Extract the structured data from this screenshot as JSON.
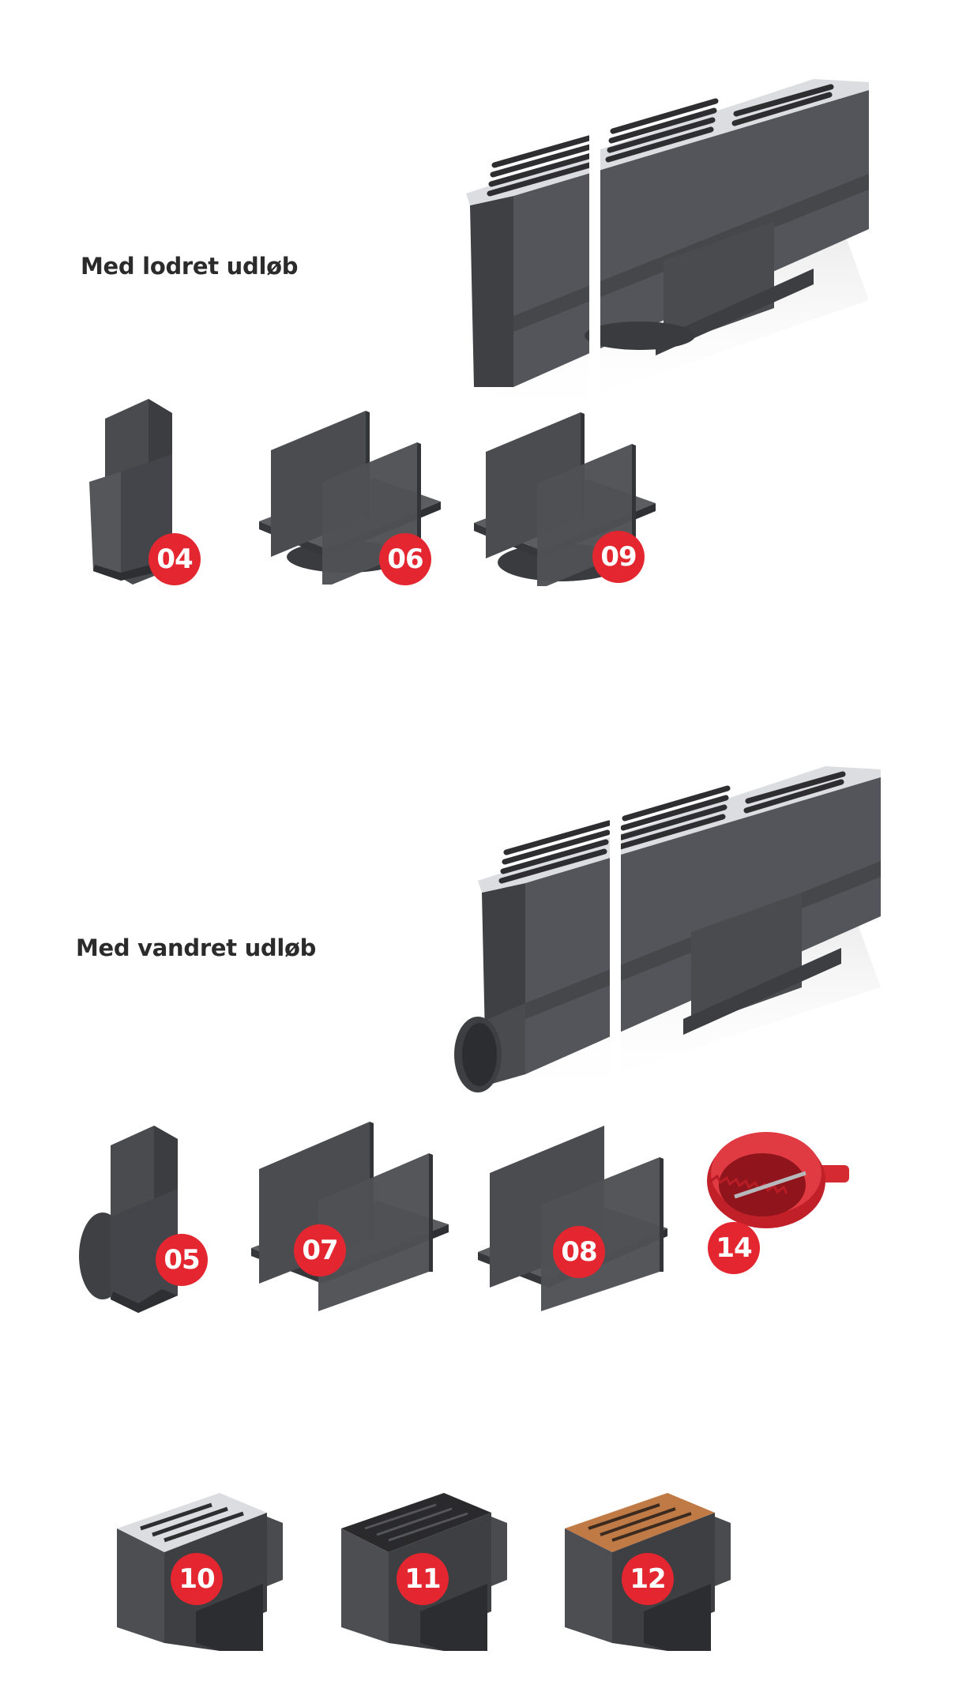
{
  "sections": [
    {
      "heading": "Med lodret udløb",
      "items": [
        {
          "number": "04"
        },
        {
          "number": "06"
        },
        {
          "number": "09"
        }
      ]
    },
    {
      "heading": "Med vandret udløb",
      "items": [
        {
          "number": "05"
        },
        {
          "number": "07"
        },
        {
          "number": "08"
        },
        {
          "number": "14"
        }
      ]
    },
    {
      "heading": "",
      "items": [
        {
          "number": "10"
        },
        {
          "number": "11"
        },
        {
          "number": "12"
        }
      ]
    }
  ],
  "colors": {
    "badge": "#e3262f",
    "channel": "#4e4f53",
    "channel_dark": "#3a3b3e",
    "grate_steel": "#d9dadc",
    "grate_black": "#2a2a2c",
    "grate_corten": "#c07a45",
    "holesaw": "#d62a33"
  }
}
